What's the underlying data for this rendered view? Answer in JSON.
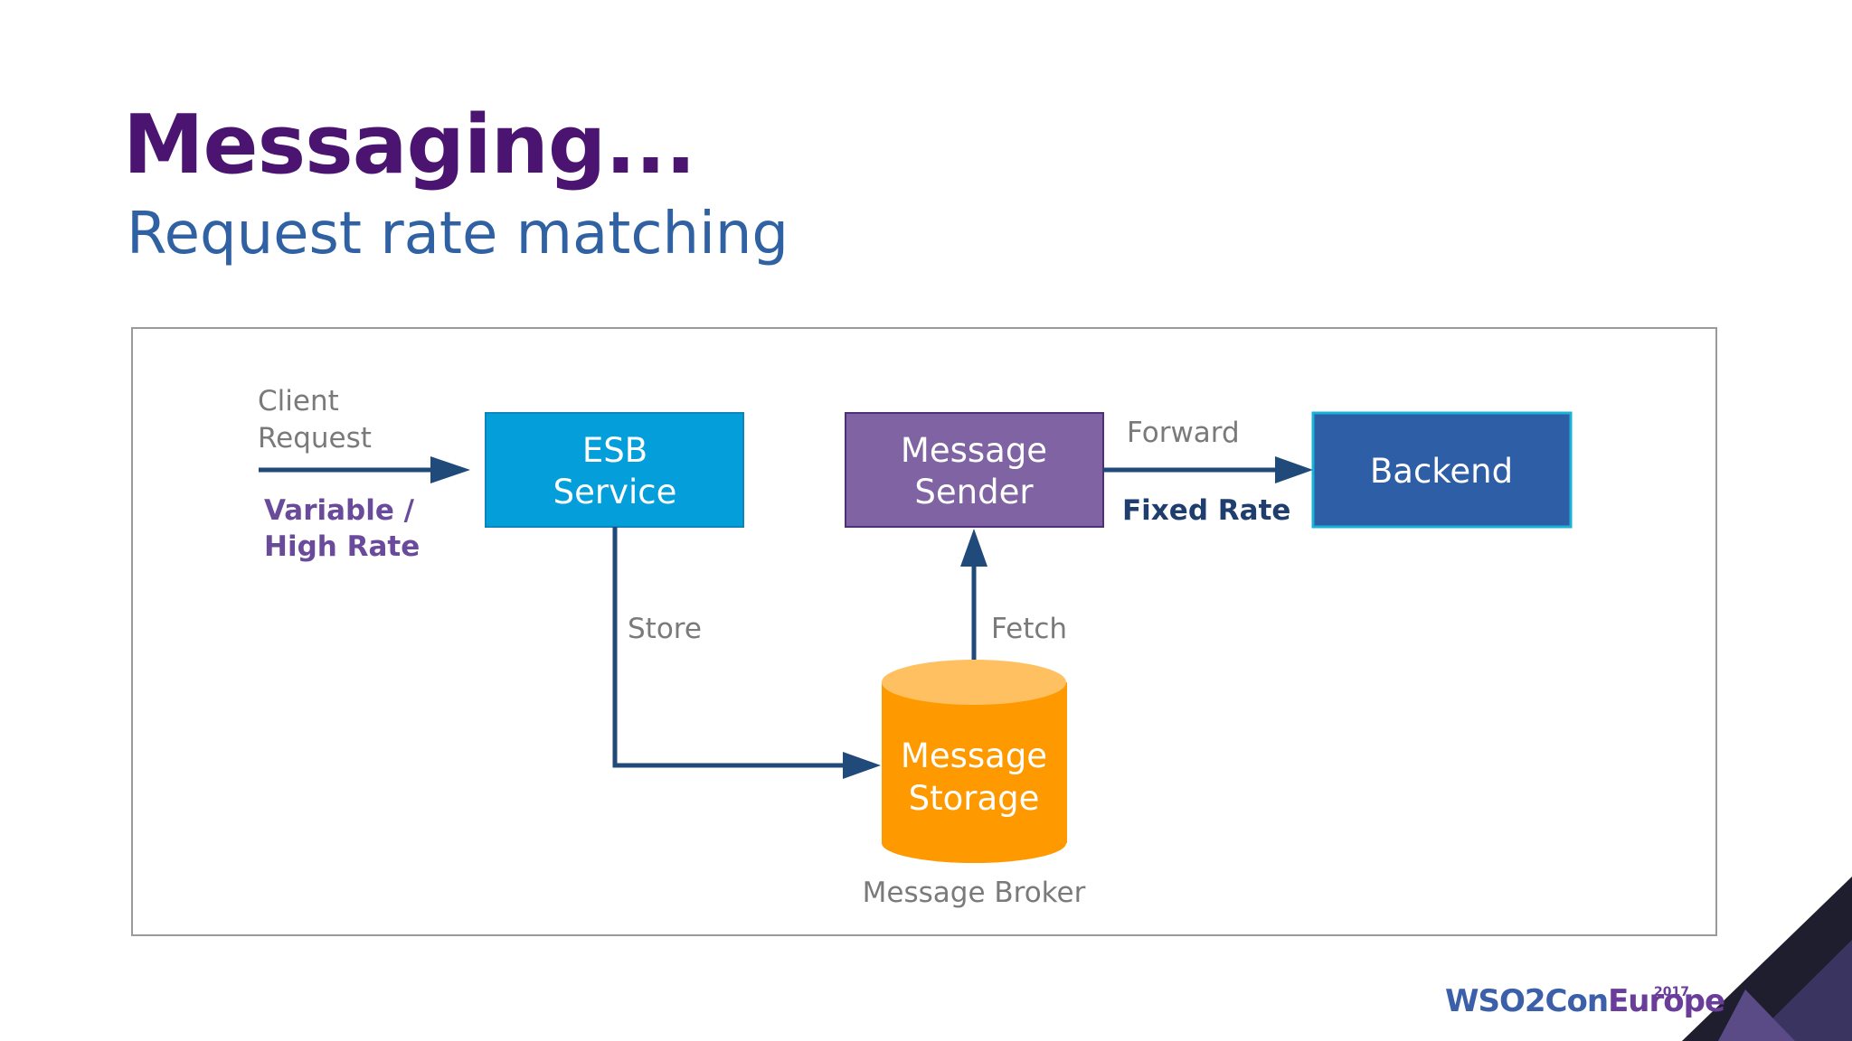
{
  "slide": {
    "title": "Messaging...",
    "subtitle": "Request rate matching"
  },
  "diagram": {
    "client_request_line1": "Client",
    "client_request_line2": "Request",
    "variable_rate_line1": "Variable /",
    "variable_rate_line2": "High Rate",
    "esb_line1": "ESB",
    "esb_line2": "Service",
    "sender_line1": "Message",
    "sender_line2": "Sender",
    "forward": "Forward",
    "fixed_rate": "Fixed Rate",
    "backend": "Backend",
    "store": "Store",
    "fetch": "Fetch",
    "storage_line1": "Message",
    "storage_line2": "Storage",
    "broker": "Message Broker"
  },
  "logo": {
    "part1": "WSO2Con",
    "part2": "Europe",
    "year": "2017"
  },
  "colors": {
    "title": "#4a1470",
    "subtitle": "#2f61a3",
    "esb": "#049fdb",
    "sender": "#7f63a3",
    "backend": "#2e5ea6",
    "storage": "#ff9900",
    "storage_top": "#ffc062",
    "arrow": "#1f4a7a",
    "variable_rate": "#6a4a9a",
    "fixed_rate": "#1f3e6e"
  }
}
